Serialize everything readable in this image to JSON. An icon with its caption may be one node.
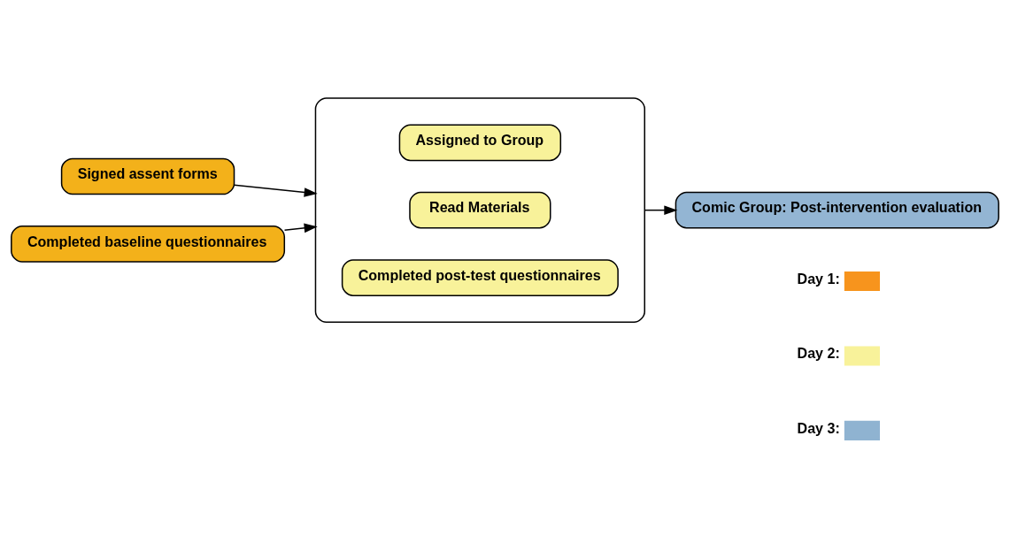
{
  "diagram": {
    "nodes": [
      {
        "text": [
          "Signed assent forms"
        ]
      },
      {
        "text": [
          "Completed baseline questionnaires"
        ]
      },
      {
        "text": [],
        "shape": "bracket"
      },
      {
        "text": [
          "Assigned to Group"
        ],
        "in": 2
      },
      {
        "text": [
          "Read Materials"
        ],
        "in": 2
      },
      {
        "text": [
          "Completed post-test questionnaires"
        ],
        "in": 2
      },
      {
        "text": [
          "Comic Group: Post-intervention evaluation"
        ]
      }
    ],
    "edges": [
      {
        "from": 0,
        "to": 2,
        "arrow": "to"
      },
      {
        "from": 1,
        "to": 2,
        "arrow": "to"
      },
      {
        "from": 2,
        "to": 6,
        "arrow": "to"
      }
    ],
    "legend": [
      {
        "text": "Day 1:",
        "color": "#f7941d"
      },
      {
        "text": "Day 2:",
        "color": "#f8f29a"
      },
      {
        "text": "Day 3:",
        "color": "#8fb3d1"
      }
    ]
  }
}
